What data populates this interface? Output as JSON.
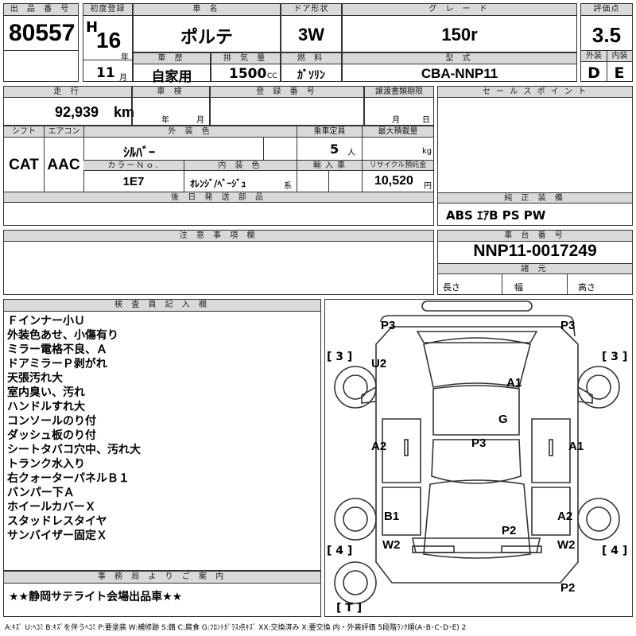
{
  "header": {
    "lot_no_label": "出 品 番 号",
    "lot_no": "80557",
    "first_reg_label": "初度登録",
    "era": "H",
    "year": "16",
    "year_unit": "年",
    "month": "11",
    "month_unit": "月",
    "car_name_label": "車 名",
    "car_name": "ポルテ",
    "doors_label": "ドア形状",
    "doors": "3W",
    "grade_label": "グ レ ー ド",
    "grade": "150r",
    "score_label": "評価点",
    "score": "3.5",
    "history_label": "車 歴",
    "history": "自家用",
    "displacement_label": "排 気 量",
    "displacement": "1500",
    "displacement_unit": "CC",
    "fuel_label": "燃 料",
    "fuel": "ｶﾞｿﾘﾝ",
    "model_label": "型 式",
    "model": "CBA-NNP11",
    "exterior_label": "外装",
    "exterior": "D",
    "interior_label": "内装",
    "interior": "E"
  },
  "row2": {
    "mileage_label": "走 行",
    "mileage": "92,939",
    "mileage_unit": "km",
    "inspection_label": "車 検",
    "year_unit": "年",
    "month_unit": "月",
    "reg_no_label": "登 録 番 号",
    "transfer_label": "譲渡書類期限",
    "t_month": "月",
    "t_day": "日",
    "sales_point_label": "セ ー ル ス ポ イ ン ト"
  },
  "specs": {
    "shift_label": "シフト",
    "shift": "CAT",
    "ac_label": "エアコン",
    "ac": "AAC",
    "ext_color_label": "外 装 色",
    "ext_color": "ｼﾙﾊﾞｰ",
    "capacity_label": "乗車定員",
    "capacity": "5",
    "capacity_unit": "人",
    "max_load_label": "最大積載量",
    "max_load_unit": "kg",
    "color_no_label": "カラーＮｏ.",
    "color_no": "1E7",
    "int_color_label": "内 装 色",
    "int_color": "ｵﾚﾝｼﾞ/ﾍﾞｰｼﾞｭ",
    "int_color_unit": "系",
    "import_label": "輸 入 車",
    "recycle_label": "リサイクル預託金",
    "recycle": "10,520",
    "recycle_unit": "円",
    "later_parts_label": "後 日 発 送 部 品",
    "equipment_label": "純 正 装 備",
    "equipment": "ABS ｴｱB PS PW"
  },
  "notes_section": {
    "label": "注 意 事 項 欄",
    "chassis_label": "車 台 番 号",
    "chassis": "NNP11-0017249",
    "dims_label": "諸 元",
    "length_label": "長さ",
    "width_label": "幅",
    "height_label": "高さ"
  },
  "inspector": {
    "label": "検 査 員 記 入 欄",
    "lines": [
      "Ｆインナー小Ｕ",
      "外装色あせ、小傷有り",
      "ミラー電格不良、Ａ",
      "ドアミラーＰ剥がれ",
      "天張汚れ大",
      "室内臭い、汚れ",
      "ハンドルすれ大",
      "コンソールのり付",
      "ダッシュ板のり付",
      "シートタバコ穴中、汚れ大",
      "トランク水入り",
      "右クォーターパネルＢ１",
      "バンパー下Ａ",
      "ホイールカバーＸ",
      "スタッドレスタイヤ",
      "サンバイザー固定Ｘ"
    ]
  },
  "office": {
    "label": "事 務 局 よ り ご 案 内",
    "text": "★★静岡サテライト会場出品車★★"
  },
  "diagram": {
    "marks": [
      "P3",
      "P3",
      "U2",
      "A1",
      "G",
      "A2",
      "P3",
      "A1",
      "B1",
      "P2",
      "A2",
      "W2",
      "W2",
      "P2"
    ],
    "tyres": [
      "[ 3 ]",
      "[ 3 ]",
      "[ 4 ]",
      "[ 4 ]",
      "[ T ]"
    ]
  },
  "legend": "A:ｷｽﾞ U:ﾍｺﾐ B:ｷｽﾞを伴うﾍｺﾐ P:要塗装 W:補修跡 S:錆 C:腐食 G:ﾌﾛﾝﾄｶﾞﾗｽ点ｷｽﾞ XX:交換済み X:要交換 内・外装評価 5段階ﾗﾝｸ順(A･B･C･D･E) 2"
}
